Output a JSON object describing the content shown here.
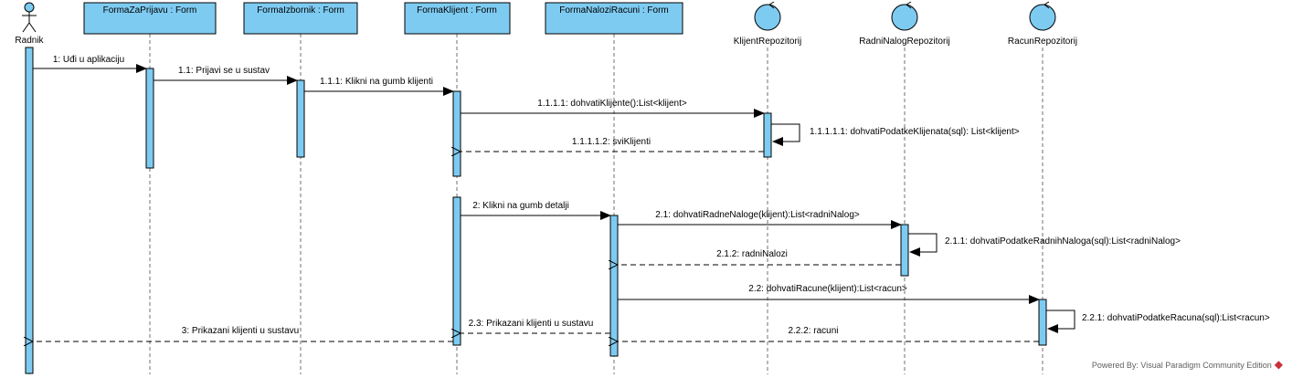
{
  "diagram": {
    "actor": {
      "label": "Radnik"
    },
    "forms": [
      {
        "label": "FormaZaPrijavu : Form"
      },
      {
        "label": "FormaIzbornik : Form"
      },
      {
        "label": "FormaKlijent : Form"
      },
      {
        "label": "FormaNaloziRacuni : Form"
      }
    ],
    "controls": [
      {
        "label": "KlijentRepozitorij"
      },
      {
        "label": "RadniNalogRepozitorij"
      },
      {
        "label": "RacunRepozitorij"
      }
    ],
    "messages": [
      {
        "label": "1: Uđi u aplikaciju"
      },
      {
        "label": "1.1: Prijavi se u sustav"
      },
      {
        "label": "1.1.1: Klikni na gumb klijenti"
      },
      {
        "label": "1.1.1.1: dohvatiKlijente():List<klijent>"
      },
      {
        "label": "1.1.1.1.1: dohvatiPodatkeKlijenata(sql): List<klijent>"
      },
      {
        "label": "1.1.1.1.2: sviKlijenti"
      },
      {
        "label": "2: Klikni na gumb detalji"
      },
      {
        "label": "2.1: dohvatiRadneNaloge(klijent):List<radniNalog>"
      },
      {
        "label": "2.1.1: dohvatiPodatkeRadnihNaloga(sql):List<radniNalog>"
      },
      {
        "label": "2.1.2: radniNalozi"
      },
      {
        "label": "2.2: dohvatiRacune(klijent):List<racun>"
      },
      {
        "label": "2.2.1: dohvatiPodatkeRacuna(sql):List<racun>"
      },
      {
        "label": "2.2.2: racuni"
      },
      {
        "label": "2.3: Prikazani klijenti u sustavu"
      },
      {
        "label": "3: Prikazani klijenti u sustavu"
      }
    ]
  },
  "footer": {
    "text": "Powered By: Visual Paradigm Community Edition"
  },
  "colors": {
    "fill": "#7ecbf2",
    "stroke": "#000000",
    "lifeline": "#707070"
  }
}
